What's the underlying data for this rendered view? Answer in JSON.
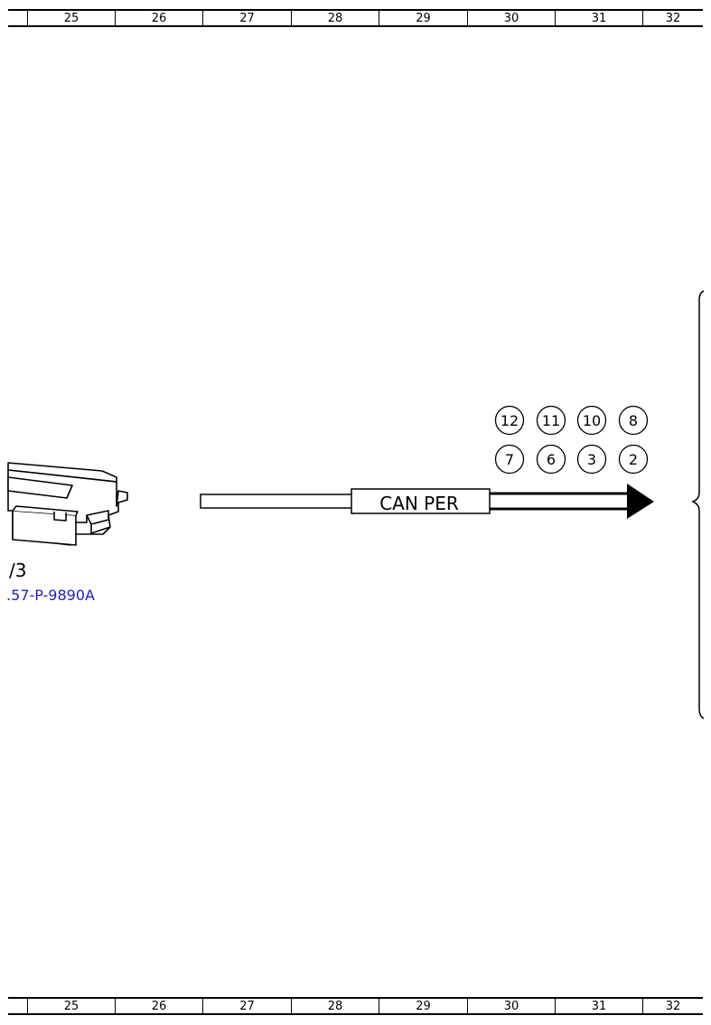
{
  "ruler": {
    "columns": [
      "",
      "25",
      "26",
      "27",
      "28",
      "29",
      "30",
      "31",
      "32"
    ]
  },
  "module": {
    "label": "/3",
    "code": ".57-P-9890A",
    "code_color": "#1a1ad6"
  },
  "bus": {
    "label": "CAN PER"
  },
  "pins": {
    "top_row": [
      "12",
      "11",
      "10",
      "8"
    ],
    "bottom_row": [
      "7",
      "6",
      "3",
      "2"
    ]
  }
}
